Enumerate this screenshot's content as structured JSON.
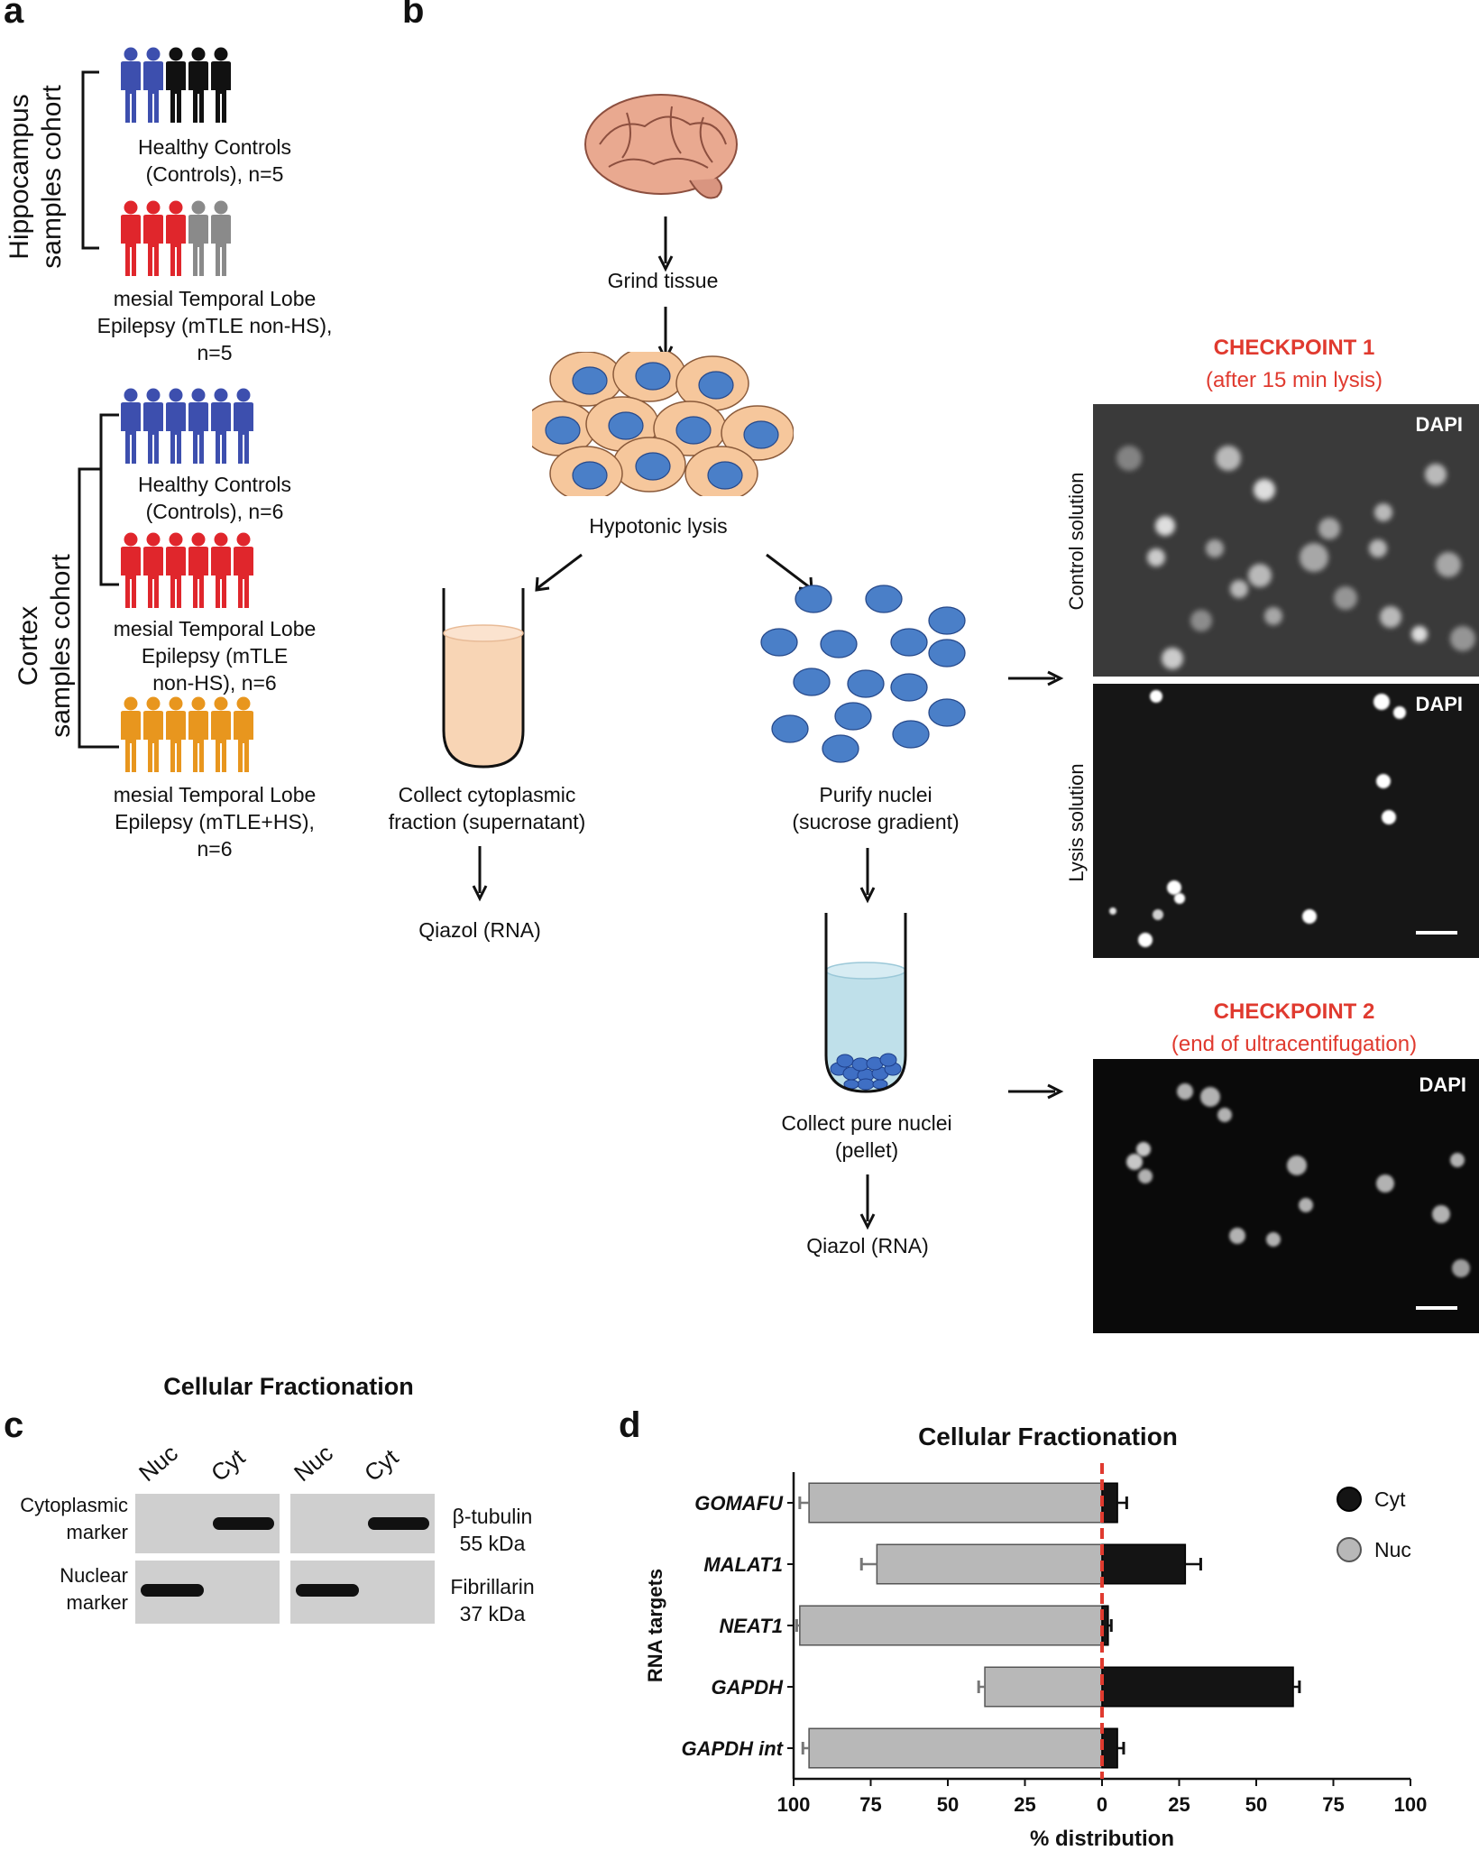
{
  "panel_a": {
    "label": "a",
    "hippocampus_cohort_label": "Hippocampus\nsamples cohort",
    "cortex_cohort_label": "Cortex\nsamples cohort",
    "groups": [
      {
        "lines": [
          "Healthy Controls",
          "(Controls), n=5"
        ],
        "colors": [
          "#3d4fae",
          "#3d4fae",
          "#111111",
          "#111111",
          "#111111"
        ]
      },
      {
        "lines": [
          "mesial Temporal Lobe",
          "Epilepsy (mTLE non-HS),",
          "n=5"
        ],
        "colors": [
          "#e0262c",
          "#e0262c",
          "#e0262c",
          "#8a8a8a",
          "#8a8a8a"
        ]
      },
      {
        "lines": [
          "Healthy Controls",
          "(Controls), n=6"
        ],
        "colors": [
          "#3d4fae",
          "#3d4fae",
          "#3d4fae",
          "#3d4fae",
          "#3d4fae",
          "#3d4fae"
        ]
      },
      {
        "lines": [
          "mesial Temporal Lobe",
          "Epilepsy (mTLE",
          "non-HS), n=6"
        ],
        "colors": [
          "#e0262c",
          "#e0262c",
          "#e0262c",
          "#e0262c",
          "#e0262c",
          "#e0262c"
        ]
      },
      {
        "lines": [
          "mesial Temporal Lobe",
          "Epilepsy (mTLE+HS),",
          "n=6"
        ],
        "colors": [
          "#e8961e",
          "#e8961e",
          "#e8961e",
          "#e8961e",
          "#e8961e",
          "#e8961e"
        ]
      }
    ]
  },
  "panel_b": {
    "label": "b",
    "grind": "Grind tissue",
    "hypotonic": "Hypotonic lysis",
    "collect_cyto": [
      "Collect cytoplasmic",
      "fraction (supernatant)"
    ],
    "qiazol_left": "Qiazol (RNA)",
    "purify": [
      "Purify nuclei",
      "(sucrose gradient)"
    ],
    "collect_nuclei": [
      "Collect pure nuclei",
      "(pellet)"
    ],
    "qiazol_right": "Qiazol (RNA)",
    "checkpoint1_title": "CHECKPOINT 1",
    "checkpoint1_sub": "(after 15 min lysis)",
    "checkpoint2_title": "CHECKPOINT 2",
    "checkpoint2_sub": "(end of ultracentifugation)",
    "dapi": "DAPI",
    "control_solution": "Control solution",
    "lysis_solution": "Lysis solution",
    "colors": {
      "checkpoint": "#e03a2f",
      "cell": "#f6c79c",
      "nucleus": "#4a7fc8",
      "tube_cyto": "#f8d5b5",
      "tube_nuc": "#bfe0ea"
    }
  },
  "panel_c": {
    "label": "c",
    "title": "Cellular Fractionation",
    "col_labels": [
      "Nuc",
      "Cyt",
      "Nuc",
      "Cyt"
    ],
    "row1_left": [
      "Cytoplasmic",
      "marker"
    ],
    "row2_left": [
      "Nuclear",
      "marker"
    ],
    "row1_right": [
      "β-tubulin",
      "55 kDa"
    ],
    "row2_right": [
      "Fibrillarin",
      "37 kDa"
    ]
  },
  "panel_d": {
    "label": "d",
    "chart_data": {
      "type": "bar",
      "orientation": "horizontal-diverging",
      "title": "Cellular Fractionation",
      "xlabel": "% distribution",
      "ylabel": "RNA targets",
      "categories": [
        "GOMAFU",
        "MALAT1",
        "NEAT1",
        "GAPDH",
        "GAPDH int"
      ],
      "series": [
        {
          "name": "Cyt",
          "color": "#141414",
          "values": [
            5,
            27,
            2,
            62,
            5
          ],
          "errors": [
            3,
            5,
            1,
            2,
            2
          ]
        },
        {
          "name": "Nuc",
          "color": "#b8b8b8",
          "values": [
            95,
            73,
            98,
            38,
            95
          ],
          "errors": [
            3,
            5,
            1,
            2,
            2
          ]
        }
      ],
      "xticks": [
        100,
        75,
        50,
        25,
        0,
        25,
        50,
        75,
        100
      ],
      "xlim": [
        -100,
        100
      ],
      "legend": "right",
      "reference_line_color": "#e03a2f"
    }
  }
}
